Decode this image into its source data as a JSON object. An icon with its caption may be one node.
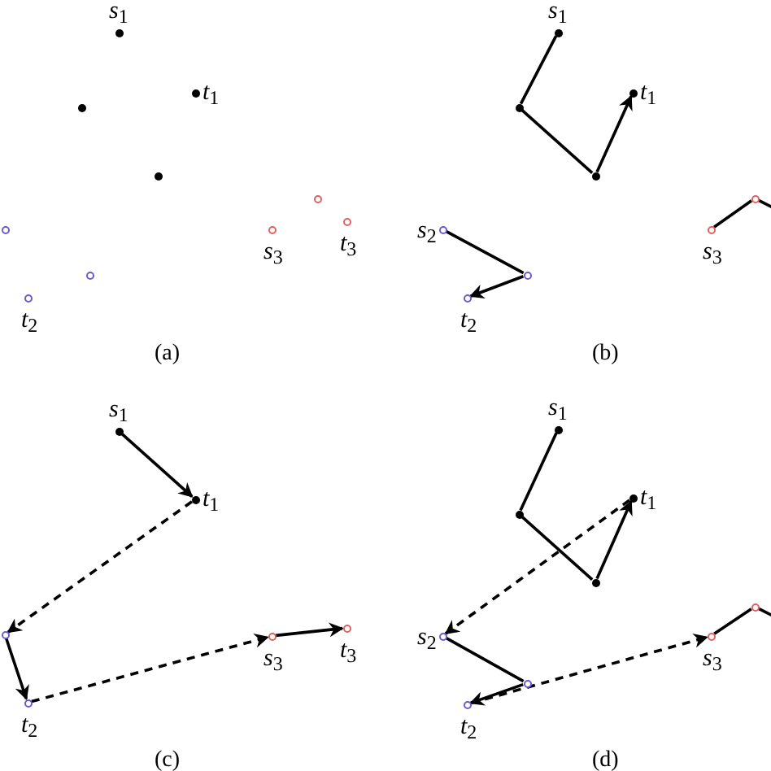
{
  "diagram": {
    "nodes": [
      {
        "text": [
          "s$_{1}$"
        ]
      },
      {
        "text": [
          "t$_{1}$"
        ]
      },
      {
        "text": [],
        "shape": "circle"
      },
      {
        "text": [],
        "shape": "circle"
      },
      {
        "text": [],
        "shape": "circle"
      },
      {
        "text": [],
        "shape": "circle"
      },
      {
        "text": [
          "t$_{2}$"
        ]
      },
      {
        "text": [
          "s$_{3}$"
        ]
      },
      {
        "text": [],
        "shape": "circle"
      },
      {
        "text": [
          "t$_{3}$"
        ]
      },
      {
        "text": [
          "s$_{1}$"
        ]
      },
      {
        "text": [],
        "shape": "circle"
      },
      {
        "text": [],
        "shape": "circle"
      },
      {
        "text": [
          "t$_{1}$"
        ]
      },
      {
        "text": [
          "s$_{2}$"
        ]
      },
      {
        "text": [],
        "shape": "circle"
      },
      {
        "text": [
          "t$_{2}$"
        ]
      },
      {
        "text": [
          "s$_{3}$"
        ]
      },
      {
        "text": [],
        "shape": "circle"
      },
      {
        "text": [
          "s$_{1}$"
        ]
      },
      {
        "text": [
          "t$_{1}$"
        ]
      },
      {
        "text": [],
        "shape": "circle"
      },
      {
        "text": [
          "t$_{2}$"
        ]
      },
      {
        "text": [
          "s$_{3}$"
        ]
      },
      {
        "text": [
          "t$_{3}$"
        ]
      },
      {
        "text": [
          "s$_{1}$"
        ]
      },
      {
        "text": [],
        "shape": "circle"
      },
      {
        "text": [],
        "shape": "circle"
      },
      {
        "text": [
          "t$_{1}$"
        ]
      },
      {
        "text": [
          "s$_{2}$"
        ]
      },
      {
        "text": [],
        "shape": "circle"
      },
      {
        "text": [
          "t$_{2}$"
        ]
      },
      {
        "text": [
          "s$_{3}$"
        ]
      },
      {
        "text": [],
        "shape": "circle"
      }
    ],
    "edges": [
      {
        "from": 10,
        "to": 11,
        "arrow": "none"
      },
      {
        "from": 11,
        "to": 12,
        "arrow": "none"
      },
      {
        "from": 12,
        "to": 13,
        "arrow": "to"
      },
      {
        "from": 14,
        "to": 15,
        "arrow": "none"
      },
      {
        "from": 15,
        "to": 16,
        "arrow": "to"
      },
      {
        "from": 17,
        "to": 18,
        "arrow": "none"
      },
      {
        "from": 18,
        "to": null,
        "arrow": "none"
      },
      {
        "from": 19,
        "to": 20,
        "arrow": "to"
      },
      {
        "from": 20,
        "to": 21,
        "arrow": "to",
        "style": "dashed"
      },
      {
        "from": 21,
        "to": 22,
        "arrow": "to"
      },
      {
        "from": 22,
        "to": 23,
        "arrow": "to",
        "style": "dashed"
      },
      {
        "from": 23,
        "to": 24,
        "arrow": "to"
      },
      {
        "from": 25,
        "to": 26,
        "arrow": "none"
      },
      {
        "from": 26,
        "to": 27,
        "arrow": "none"
      },
      {
        "from": 27,
        "to": 28,
        "arrow": "to"
      },
      {
        "from": 28,
        "to": 29,
        "arrow": "to",
        "style": "dashed"
      },
      {
        "from": 29,
        "to": 30,
        "arrow": "none"
      },
      {
        "from": 30,
        "to": 31,
        "arrow": "to"
      },
      {
        "from": 31,
        "to": 32,
        "arrow": "to",
        "style": "dashed"
      },
      {
        "from": 32,
        "to": 33,
        "arrow": "none"
      },
      {
        "from": 33,
        "to": null,
        "arrow": "none"
      }
    ],
    "labels": [
      "(a)",
      "(b)",
      "(c)",
      "(d)"
    ]
  }
}
